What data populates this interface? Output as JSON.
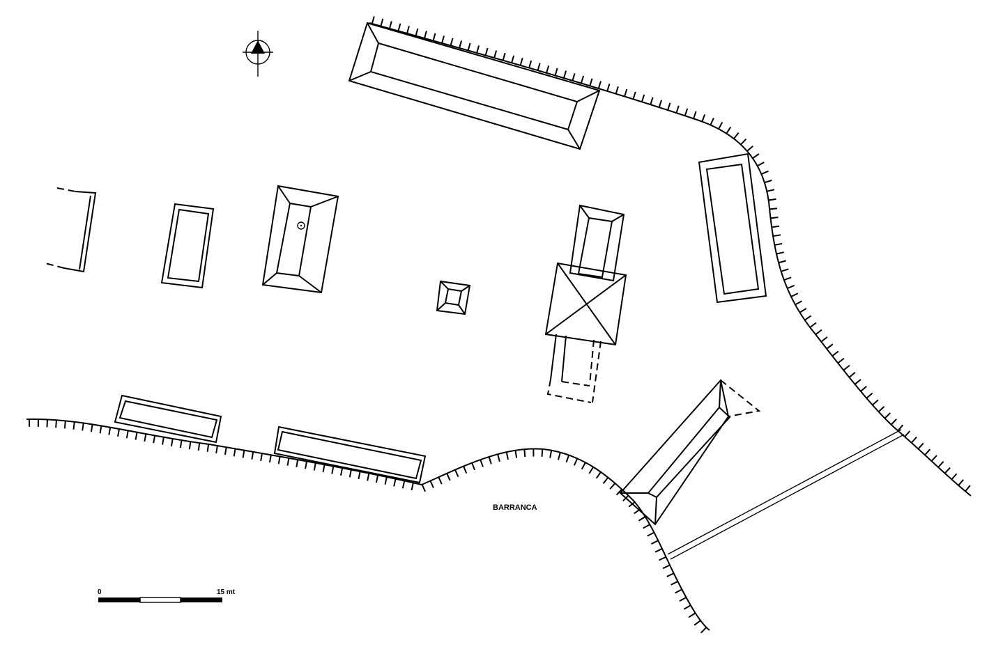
{
  "labels": {
    "ravine": "BARRANCA",
    "scale_start": "0",
    "scale_end": "15 mt"
  },
  "colors": {
    "ink": "#000000",
    "paper": "#ffffff"
  },
  "icons": {
    "north_arrow": "north-arrow-icon"
  }
}
